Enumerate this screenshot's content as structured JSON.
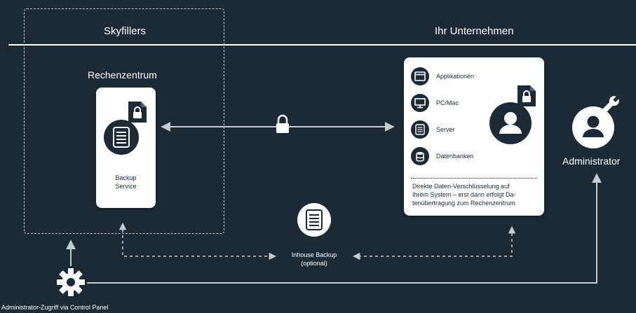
{
  "headers": {
    "left": "Skyfillers",
    "right": "Ihr Unternehmen"
  },
  "datacenter": {
    "title": "Rechenzentrum",
    "card_label_line1": "Backup",
    "card_label_line2": "Service"
  },
  "company_card": {
    "items": [
      {
        "label": "Applikationen",
        "icon": "application-window-icon"
      },
      {
        "label": "PC/Mac",
        "icon": "monitor-icon"
      },
      {
        "label": "Server",
        "icon": "server-icon"
      },
      {
        "label": "Datenbanken",
        "icon": "database-icon"
      }
    ],
    "note_line1": "Direkte Daten-Verschlüsselung auf",
    "note_line2": "Ihrem System – erst dann erfolgt Da-",
    "note_line3": "tenübertragung zum Rechenzentrum"
  },
  "administrator": {
    "label": "Administrator"
  },
  "inhouse": {
    "label_line1": "Inhouse Backup",
    "label_line2": "(optional)"
  },
  "control_panel": {
    "label": "Administrator-Zugriff via Control Panel"
  },
  "colors": {
    "background": "#1c2a36",
    "card": "#ffffff",
    "connector": "#c5ccd2"
  }
}
